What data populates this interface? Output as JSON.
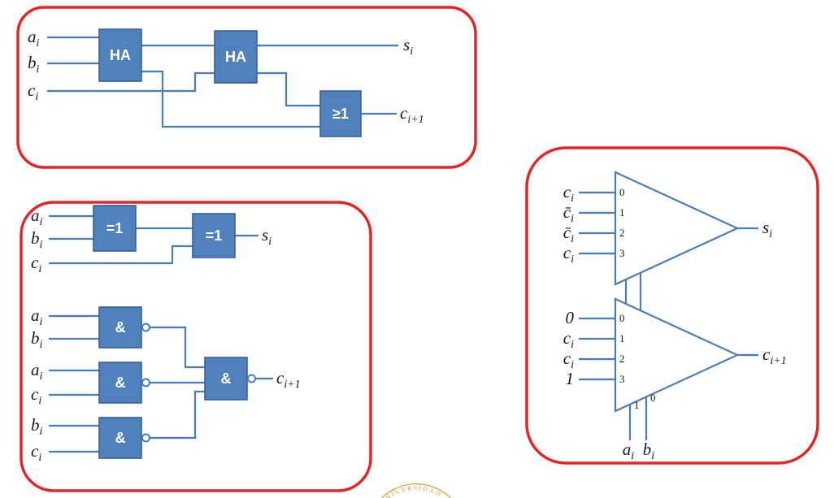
{
  "colors": {
    "border": "#e42528",
    "gate_fill": "#4f81bd",
    "gate_stroke": "#38619b",
    "wire": "#4a7cb5",
    "text": "#1a1a1a",
    "seal": "#c9a43a"
  },
  "fa_ha": {
    "in_a": {
      "b": "a",
      "s": "i"
    },
    "in_b": {
      "b": "b",
      "s": "i"
    },
    "in_c": {
      "b": "c",
      "s": "i"
    },
    "ha1": "HA",
    "ha2": "HA",
    "or_gate": "≥1",
    "out_s": {
      "b": "s",
      "s": "i"
    },
    "out_c": {
      "b": "c",
      "s": "i+1"
    }
  },
  "fa_gates": {
    "xor_a": {
      "b": "a",
      "s": "i"
    },
    "xor_b": {
      "b": "b",
      "s": "i"
    },
    "xor_c": {
      "b": "c",
      "s": "i"
    },
    "xor1": "=1",
    "xor2": "=1",
    "out_s": {
      "b": "s",
      "s": "i"
    },
    "nand1_a": {
      "b": "a",
      "s": "i"
    },
    "nand1_b": {
      "b": "b",
      "s": "i"
    },
    "nand2_a": {
      "b": "a",
      "s": "i"
    },
    "nand2_c": {
      "b": "c",
      "s": "i"
    },
    "nand3_b": {
      "b": "b",
      "s": "i"
    },
    "nand3_c": {
      "b": "c",
      "s": "i"
    },
    "nand1": "&",
    "nand2": "&",
    "nand3": "&",
    "nand4": "&",
    "out_c": {
      "b": "c",
      "s": "i+1"
    }
  },
  "fa_mux": {
    "mux1": {
      "inputs": [
        {
          "b": "c",
          "s": "i"
        },
        {
          "b": "c̄",
          "s": "i"
        },
        {
          "b": "c̄",
          "s": "i"
        },
        {
          "b": "c",
          "s": "i"
        }
      ],
      "ports": [
        "0",
        "1",
        "2",
        "3"
      ],
      "out": {
        "b": "s",
        "s": "i"
      }
    },
    "mux2": {
      "inputs": [
        {
          "b": "0",
          "s": ""
        },
        {
          "b": "c",
          "s": "i"
        },
        {
          "b": "c",
          "s": "i"
        },
        {
          "b": "1",
          "s": ""
        }
      ],
      "ports": [
        "0",
        "1",
        "2",
        "3"
      ],
      "sel_ports": [
        "1",
        "0"
      ],
      "out": {
        "b": "c",
        "s": "i+1"
      }
    },
    "sel_a": {
      "b": "a",
      "s": "i"
    },
    "sel_b": {
      "b": "b",
      "s": "i"
    }
  },
  "seal": {
    "text": "UNIVERSIDAD"
  }
}
